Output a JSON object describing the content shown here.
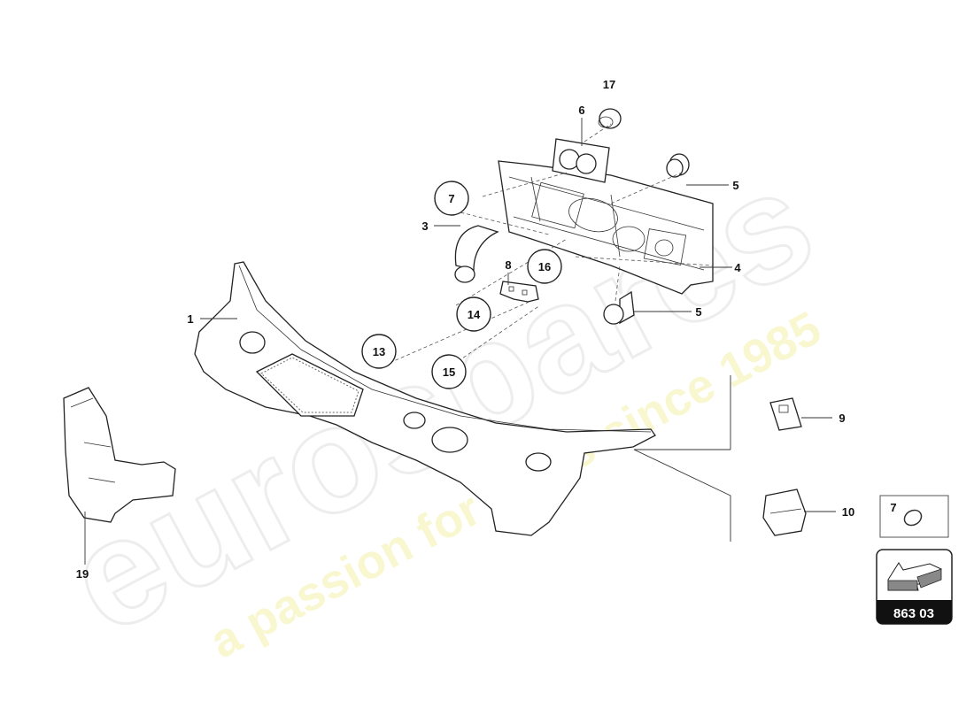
{
  "watermark": {
    "brand": "eurospares",
    "tagline": "a passion for parts since 1985"
  },
  "callouts": {
    "p1": "1",
    "p3": "3",
    "p4": "4",
    "p5a": "5",
    "p5b": "5",
    "p6": "6",
    "p7": "7",
    "p8": "8",
    "p9": "9",
    "p10": "10",
    "p13": "13",
    "p14": "14",
    "p15": "15",
    "p16": "16",
    "p17": "17",
    "p19": "19"
  },
  "inset_box": {
    "label": "7"
  },
  "page_badge": {
    "code": "863 03"
  }
}
